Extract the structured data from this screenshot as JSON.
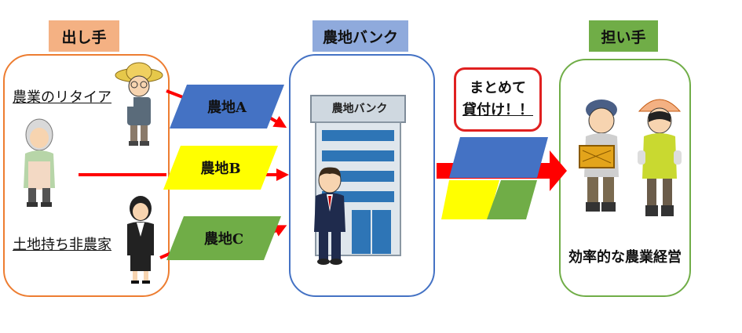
{
  "headers": {
    "giver": "出し手",
    "bank": "農地バンク",
    "taker": "担い手"
  },
  "giver_labels": {
    "retired": "農業のリタイア",
    "landowner": "土地持ち非農家"
  },
  "land_parcels": [
    {
      "label": "農地A",
      "color": "#4472c4"
    },
    {
      "label": "農地B",
      "color": "#ffff00"
    },
    {
      "label": "農地C",
      "color": "#70ad47"
    }
  ],
  "bank_sign": "農地バンク",
  "callout": {
    "line1": "まとめて",
    "line2": "貸付け！！"
  },
  "taker_caption": "効率的な農業経営",
  "colors": {
    "header_orange": "#f4b183",
    "header_blue": "#8faadc",
    "header_green": "#70ad47",
    "giver_border": "#ed7d31",
    "bank_border": "#4472c4",
    "taker_border": "#70ad47",
    "arrow_red": "#ff0000"
  }
}
